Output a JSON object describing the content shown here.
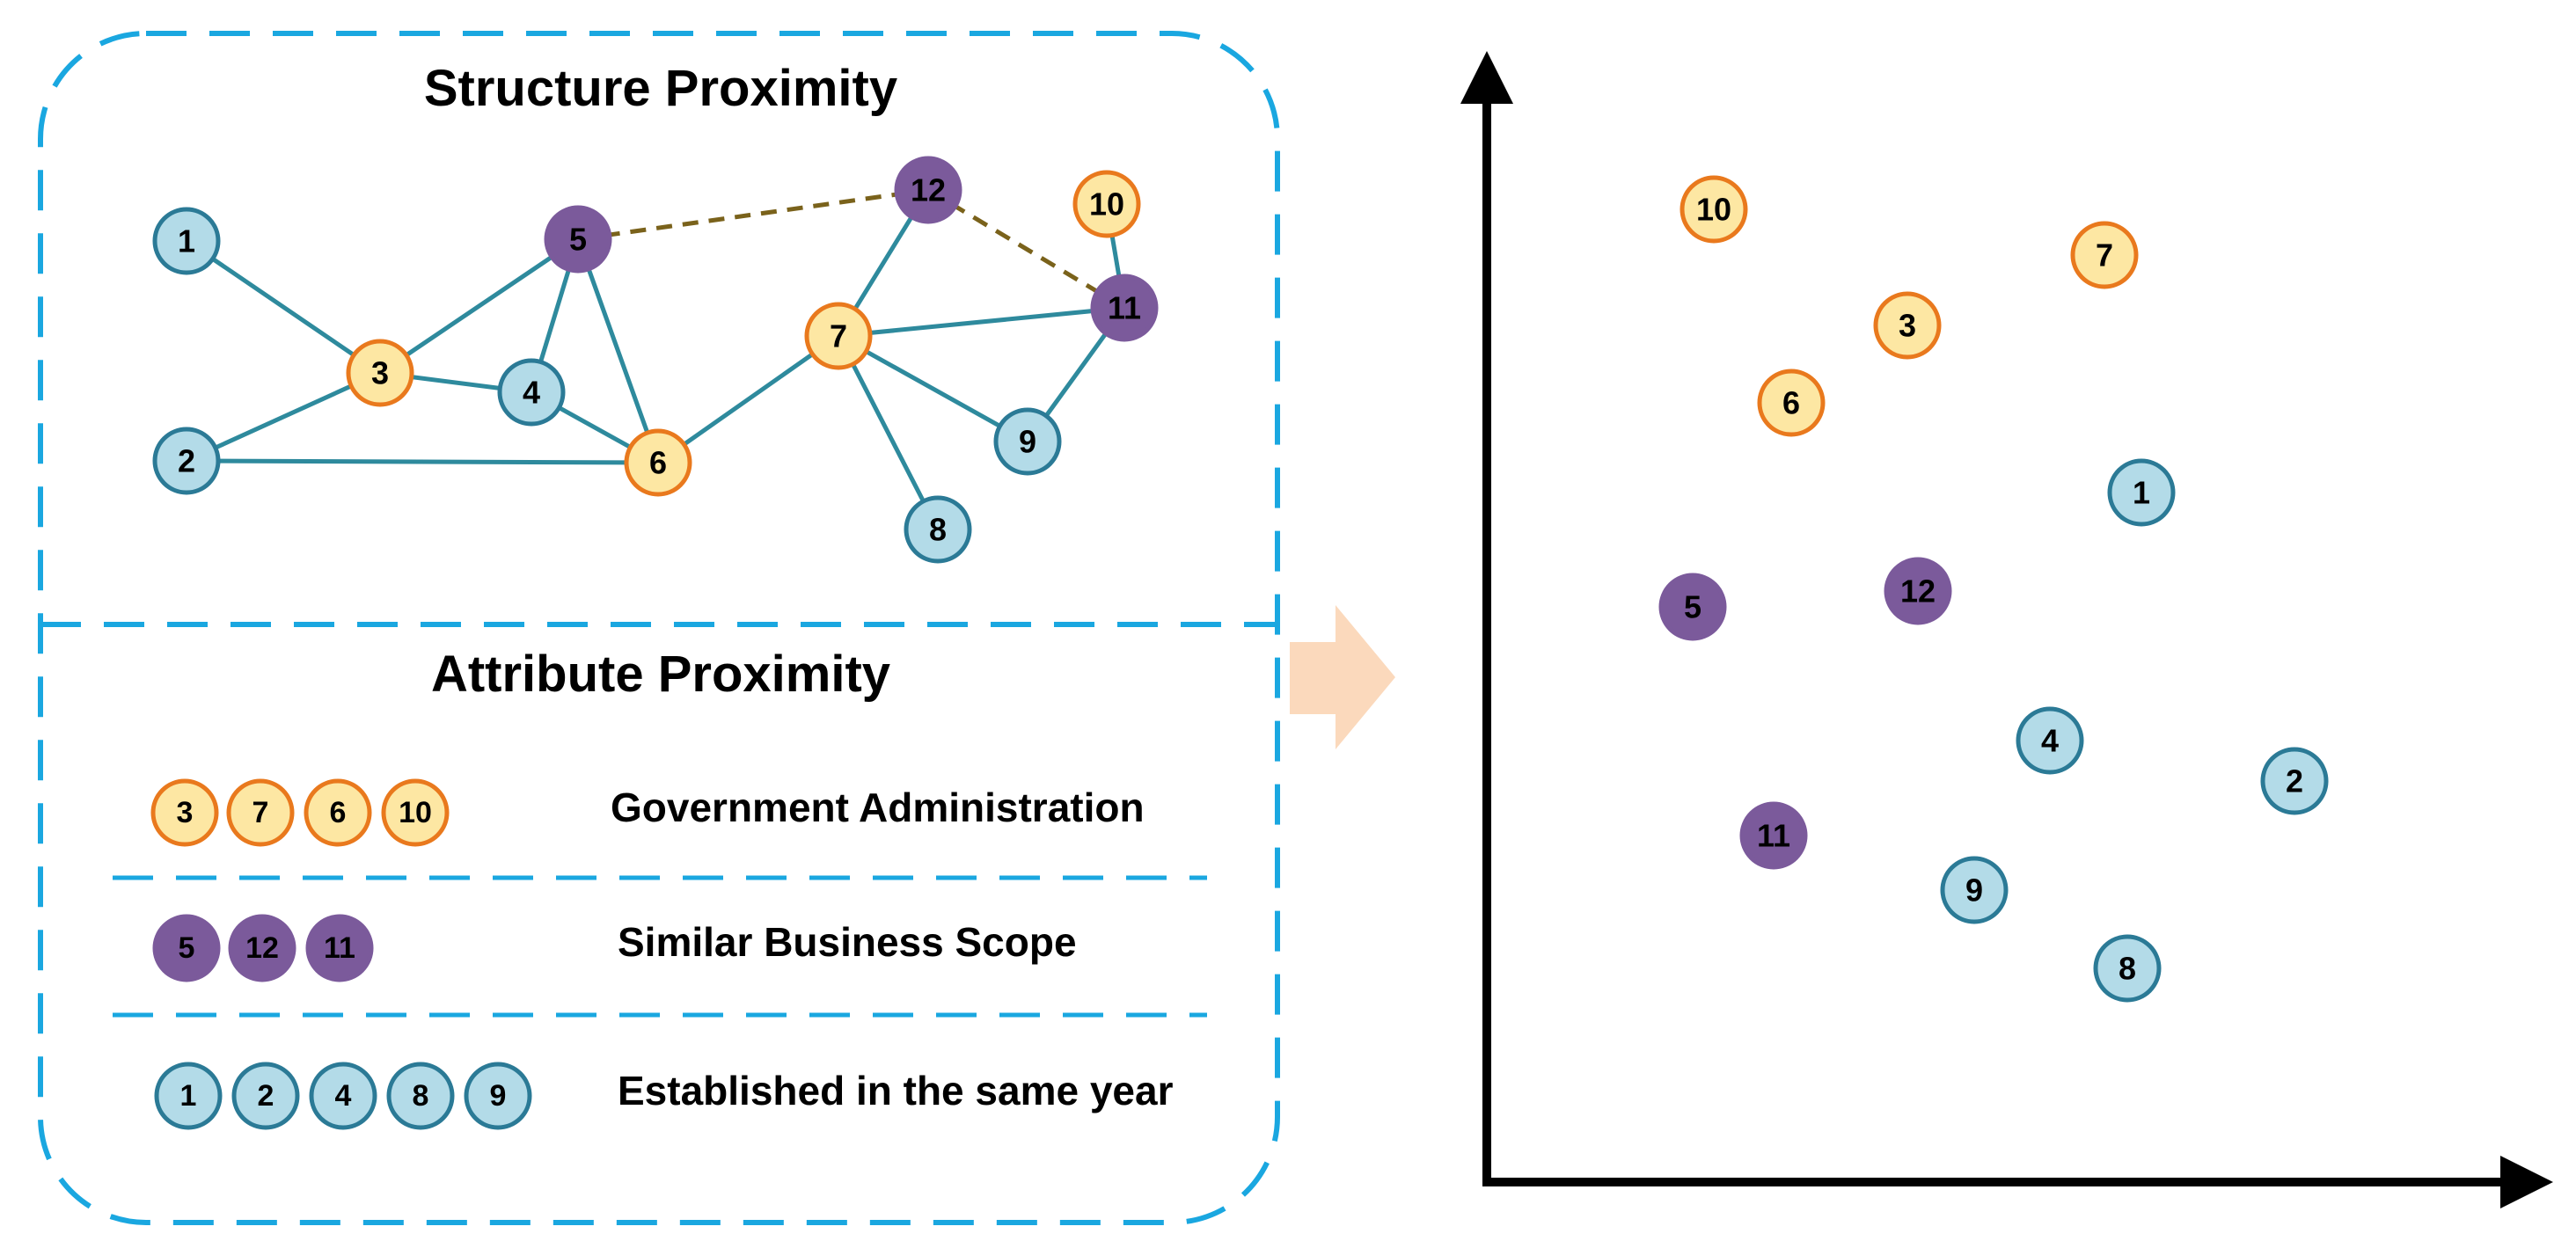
{
  "titles": {
    "structure": "Structure Proximity",
    "attribute": "Attribute Proximity"
  },
  "styles": {
    "orange": {
      "fill": "#fde7a3",
      "stroke": "#e9791d",
      "text": "#000000"
    },
    "purple": {
      "fill": "#7b5a9b",
      "stroke": "#7b5a9b",
      "text": "#000000"
    },
    "blue": {
      "fill": "#b3dbe8",
      "stroke": "#2b7a96",
      "text": "#000000"
    },
    "edge_color": "#2e8a9d",
    "dashed_edge_color": "#7a621b",
    "frame_color": "#1aa7e0",
    "arrow_color": "#fbd9bc",
    "axis_color": "#000000"
  },
  "graph": {
    "nodes": [
      {
        "id": "1",
        "group": "blue"
      },
      {
        "id": "2",
        "group": "blue"
      },
      {
        "id": "3",
        "group": "orange"
      },
      {
        "id": "4",
        "group": "blue"
      },
      {
        "id": "5",
        "group": "purple"
      },
      {
        "id": "6",
        "group": "orange"
      },
      {
        "id": "7",
        "group": "orange"
      },
      {
        "id": "8",
        "group": "blue"
      },
      {
        "id": "9",
        "group": "blue"
      },
      {
        "id": "10",
        "group": "orange"
      },
      {
        "id": "11",
        "group": "purple"
      },
      {
        "id": "12",
        "group": "purple"
      }
    ],
    "edges": [
      [
        "1",
        "3"
      ],
      [
        "2",
        "3"
      ],
      [
        "2",
        "6"
      ],
      [
        "3",
        "5"
      ],
      [
        "3",
        "4"
      ],
      [
        "4",
        "5"
      ],
      [
        "4",
        "6"
      ],
      [
        "5",
        "6"
      ],
      [
        "6",
        "7"
      ],
      [
        "7",
        "12"
      ],
      [
        "7",
        "11"
      ],
      [
        "7",
        "9"
      ],
      [
        "7",
        "8"
      ],
      [
        "9",
        "11"
      ],
      [
        "10",
        "11"
      ]
    ],
    "dashed_edges": [
      [
        "5",
        "12"
      ],
      [
        "12",
        "11"
      ]
    ]
  },
  "attributes": [
    {
      "label": "Government Administration",
      "group": "orange",
      "nodes": [
        "3",
        "7",
        "6",
        "10"
      ]
    },
    {
      "label": "Similar Business Scope",
      "group": "purple",
      "nodes": [
        "5",
        "12",
        "11"
      ]
    },
    {
      "label": "Established in the same year",
      "group": "blue",
      "nodes": [
        "1",
        "2",
        "4",
        "8",
        "9"
      ]
    }
  ],
  "embedding_nodes": [
    "10",
    "7",
    "3",
    "6",
    "1",
    "5",
    "12",
    "4",
    "2",
    "11",
    "9",
    "8"
  ]
}
